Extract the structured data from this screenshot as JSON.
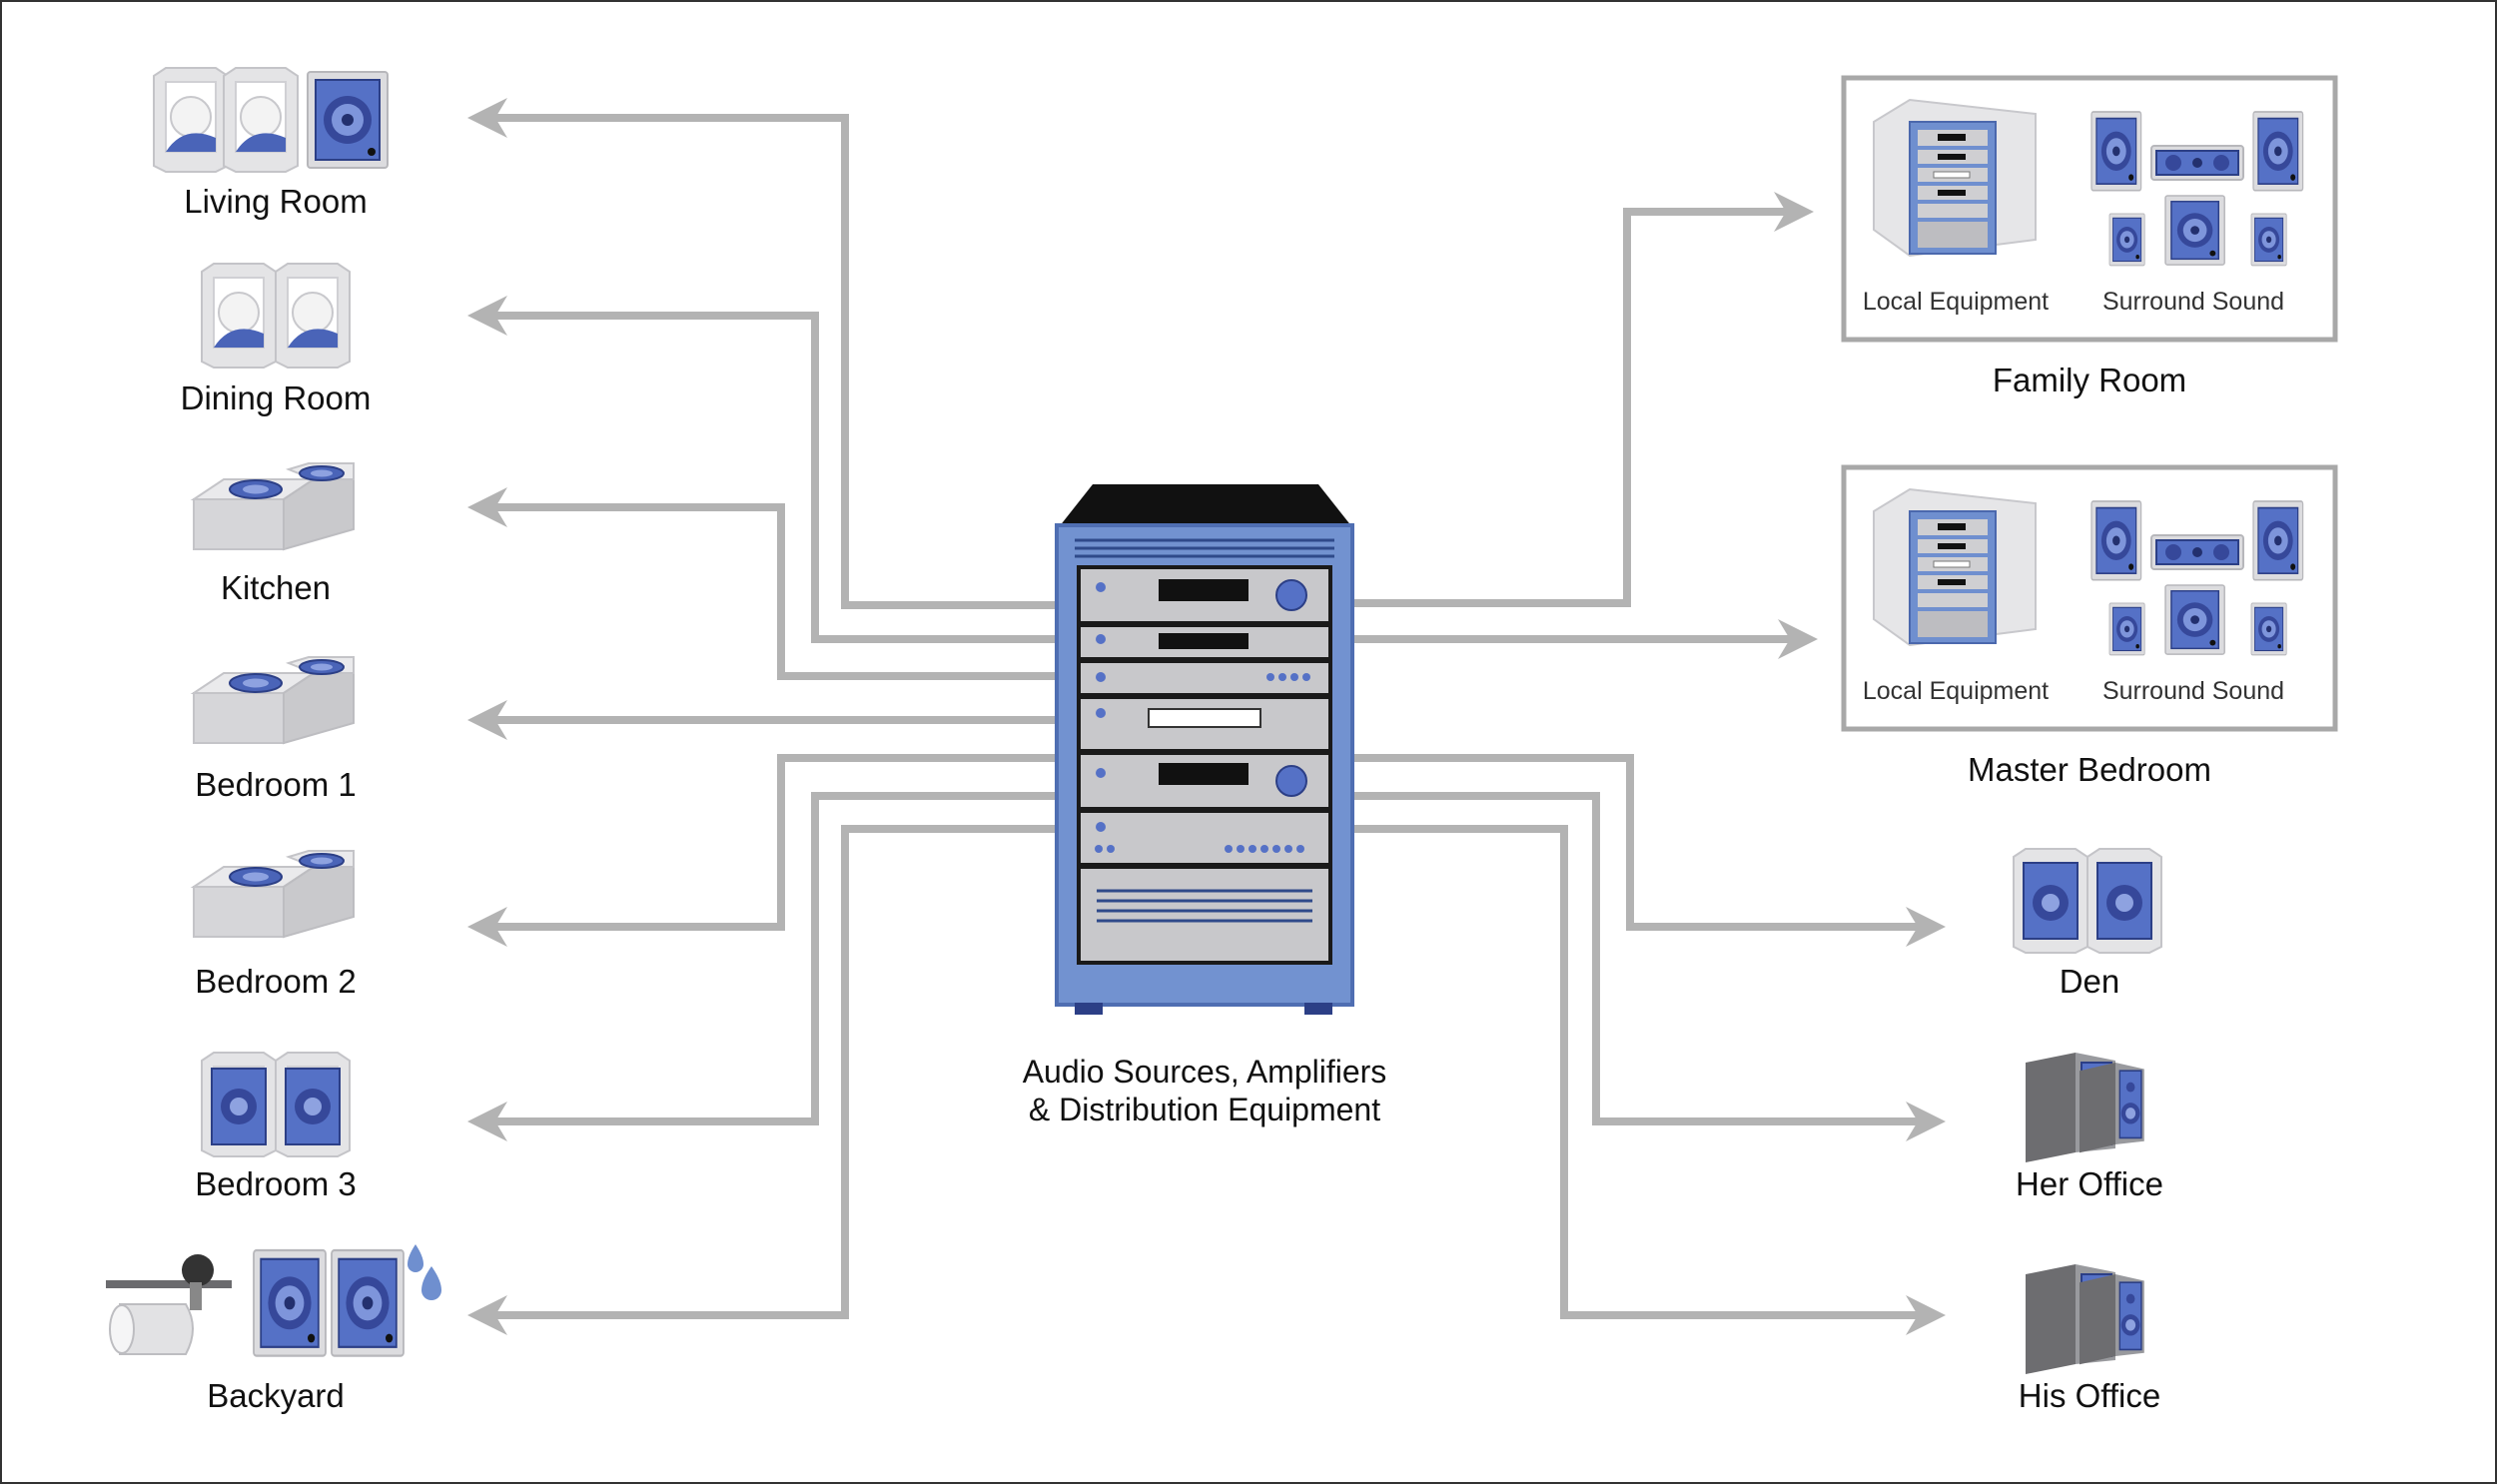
{
  "center": {
    "caption_line1": "Audio Sources, Amplifiers",
    "caption_line2": "& Distribution Equipment"
  },
  "left_zones": [
    {
      "label": "Living Room",
      "icon": "in-wall-speakers-icon"
    },
    {
      "label": "Dining Room",
      "icon": "in-wall-speakers-icon"
    },
    {
      "label": "Kitchen",
      "icon": "in-ceiling-speakers-icon"
    },
    {
      "label": "Bedroom 1",
      "icon": "in-ceiling-speakers-icon"
    },
    {
      "label": "Bedroom 2",
      "icon": "in-ceiling-speakers-icon"
    },
    {
      "label": "Bedroom 3",
      "icon": "in-wall-speakers-icon"
    },
    {
      "label": "Backyard",
      "icon": "outdoor-speakers-icon"
    }
  ],
  "right_zones": [
    {
      "label": "Family Room",
      "equipment_label": "Local Equipment",
      "surround_label": "Surround Sound"
    },
    {
      "label": "Master Bedroom",
      "equipment_label": "Local Equipment",
      "surround_label": "Surround Sound"
    },
    {
      "label": "Den",
      "icon": "in-wall-speakers-icon"
    },
    {
      "label": "Her Office",
      "icon": "bookshelf-speakers-icon"
    },
    {
      "label": "His Office",
      "icon": "bookshelf-speakers-icon"
    }
  ],
  "colors": {
    "wire": "#b3b3b3",
    "rack_blue": "#6f8fcf",
    "speaker_blue": "#4a64b8",
    "border": "#a8a8a8"
  }
}
